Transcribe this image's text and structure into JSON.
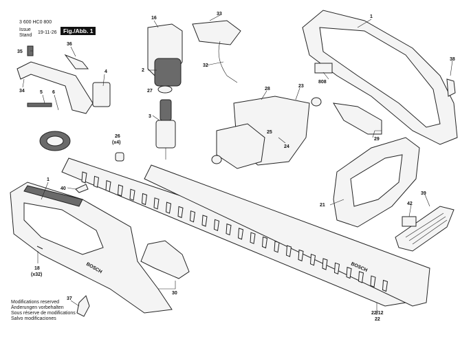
{
  "header": {
    "doc_number": "3 600 HC0 800",
    "issue_label": "Issue",
    "stand_label": "Stand",
    "date": "19-11-26",
    "figure_label": "Fig./Abb. 1"
  },
  "notes": [
    "Modifications reserved",
    "Änderungen vorbehalten",
    "Sous réserve de modifications",
    "Salvo modificaciones"
  ],
  "parts": {
    "p1a": "1",
    "p1b": "1",
    "p2": "2",
    "p3": "3",
    "p4": "4",
    "p5": "5",
    "p6": "6",
    "p16": "16",
    "p18": "18",
    "p18q": "(x32)",
    "p21": "21",
    "p22": "22",
    "p2212": "22/12",
    "p23": "23",
    "p24": "24",
    "p25": "25",
    "p26": "26",
    "p26q": "(x4)",
    "p27": "27",
    "p28": "28",
    "p29": "29",
    "p30": "30",
    "p32": "32",
    "p33": "33",
    "p34": "34",
    "p35": "35",
    "p36": "36",
    "p37": "37",
    "p38": "38",
    "p39": "39",
    "p40": "40",
    "p42": "42",
    "p808": "808"
  },
  "brand": "BOSCH",
  "blade_text": "BOSCH"
}
